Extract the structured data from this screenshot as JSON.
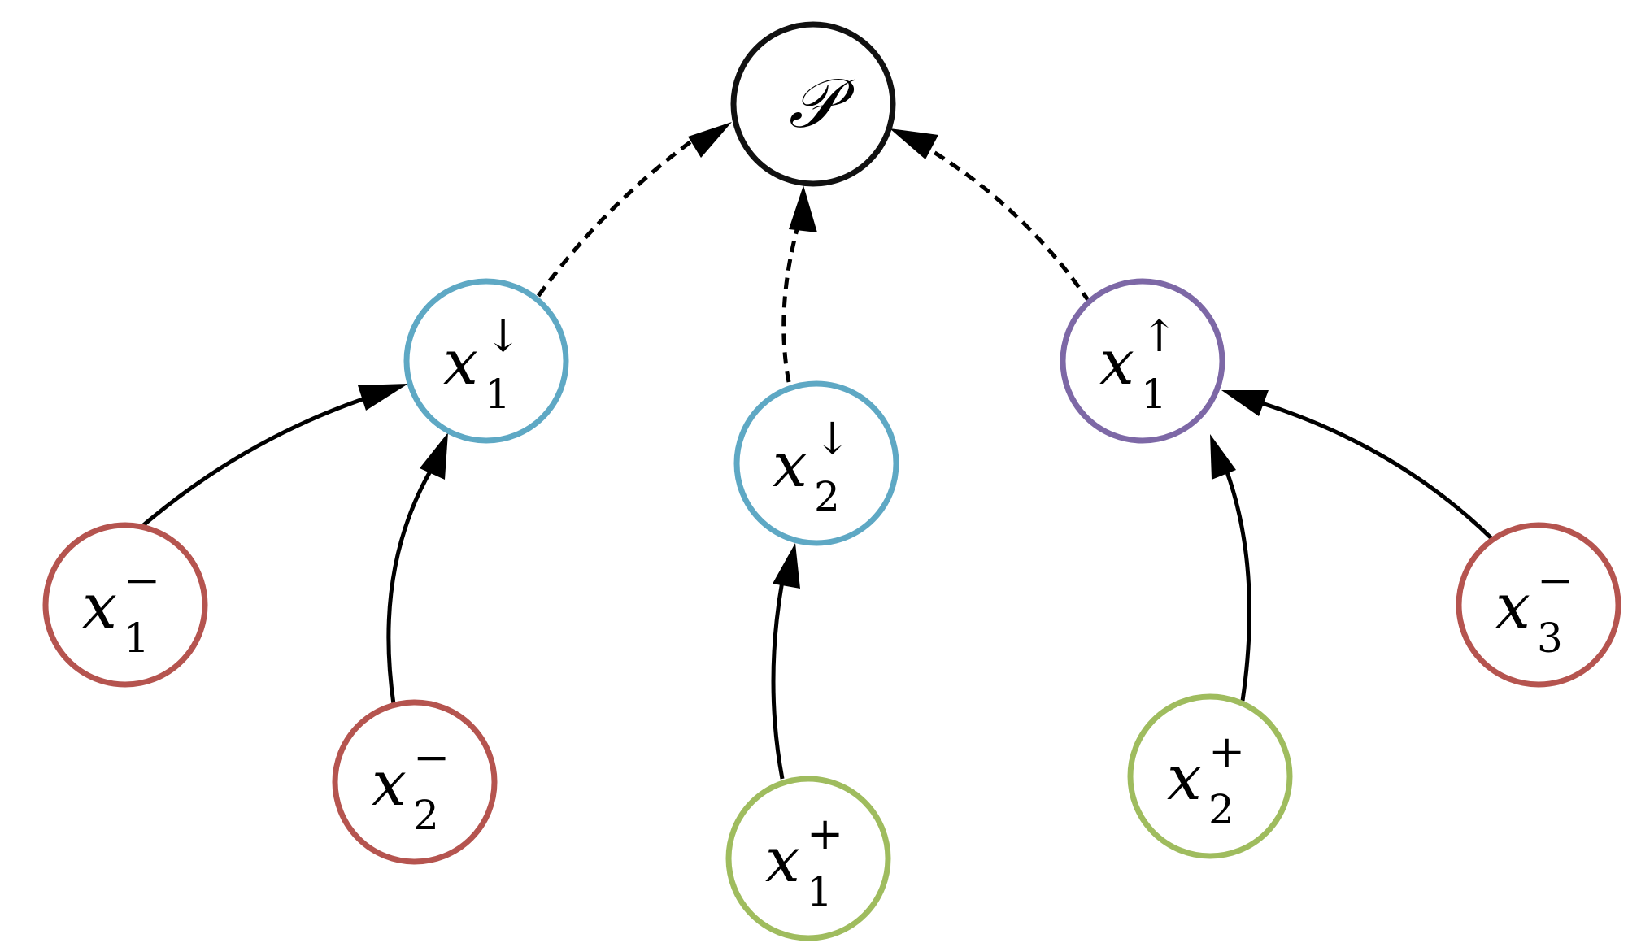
{
  "colors": {
    "root": "#111111",
    "blue": "#5ea8c4",
    "purple": "#7d68a6",
    "red": "#b5544f",
    "green": "#9fbc5e",
    "edge": "#000000"
  },
  "nodes": {
    "root": {
      "label": "𝒫",
      "color": "#111111"
    },
    "x1_down": {
      "base": "x",
      "sub": "1",
      "sup": "↓",
      "color": "#5ea8c4"
    },
    "x2_down": {
      "base": "x",
      "sub": "2",
      "sup": "↓",
      "color": "#5ea8c4"
    },
    "x1_up": {
      "base": "x",
      "sub": "1",
      "sup": "↑",
      "color": "#7d68a6"
    },
    "x1_minus": {
      "base": "x",
      "sub": "1",
      "sup": "−",
      "color": "#b5544f"
    },
    "x2_minus": {
      "base": "x",
      "sub": "2",
      "sup": "−",
      "color": "#b5544f"
    },
    "x3_minus": {
      "base": "x",
      "sub": "3",
      "sup": "−",
      "color": "#b5544f"
    },
    "x1_plus": {
      "base": "x",
      "sub": "1",
      "sup": "+",
      "color": "#9fbc5e"
    },
    "x2_plus": {
      "base": "x",
      "sub": "2",
      "sup": "+",
      "color": "#9fbc5e"
    }
  },
  "edges": [
    {
      "from": "x1_down",
      "to": "root",
      "style": "dashed"
    },
    {
      "from": "x2_down",
      "to": "root",
      "style": "dashed"
    },
    {
      "from": "x1_up",
      "to": "root",
      "style": "dashed"
    },
    {
      "from": "x1_minus",
      "to": "x1_down",
      "style": "solid"
    },
    {
      "from": "x2_minus",
      "to": "x1_down",
      "style": "solid"
    },
    {
      "from": "x1_plus",
      "to": "x2_down",
      "style": "solid"
    },
    {
      "from": "x2_plus",
      "to": "x1_up",
      "style": "solid"
    },
    {
      "from": "x3_minus",
      "to": "x1_up",
      "style": "solid"
    }
  ]
}
